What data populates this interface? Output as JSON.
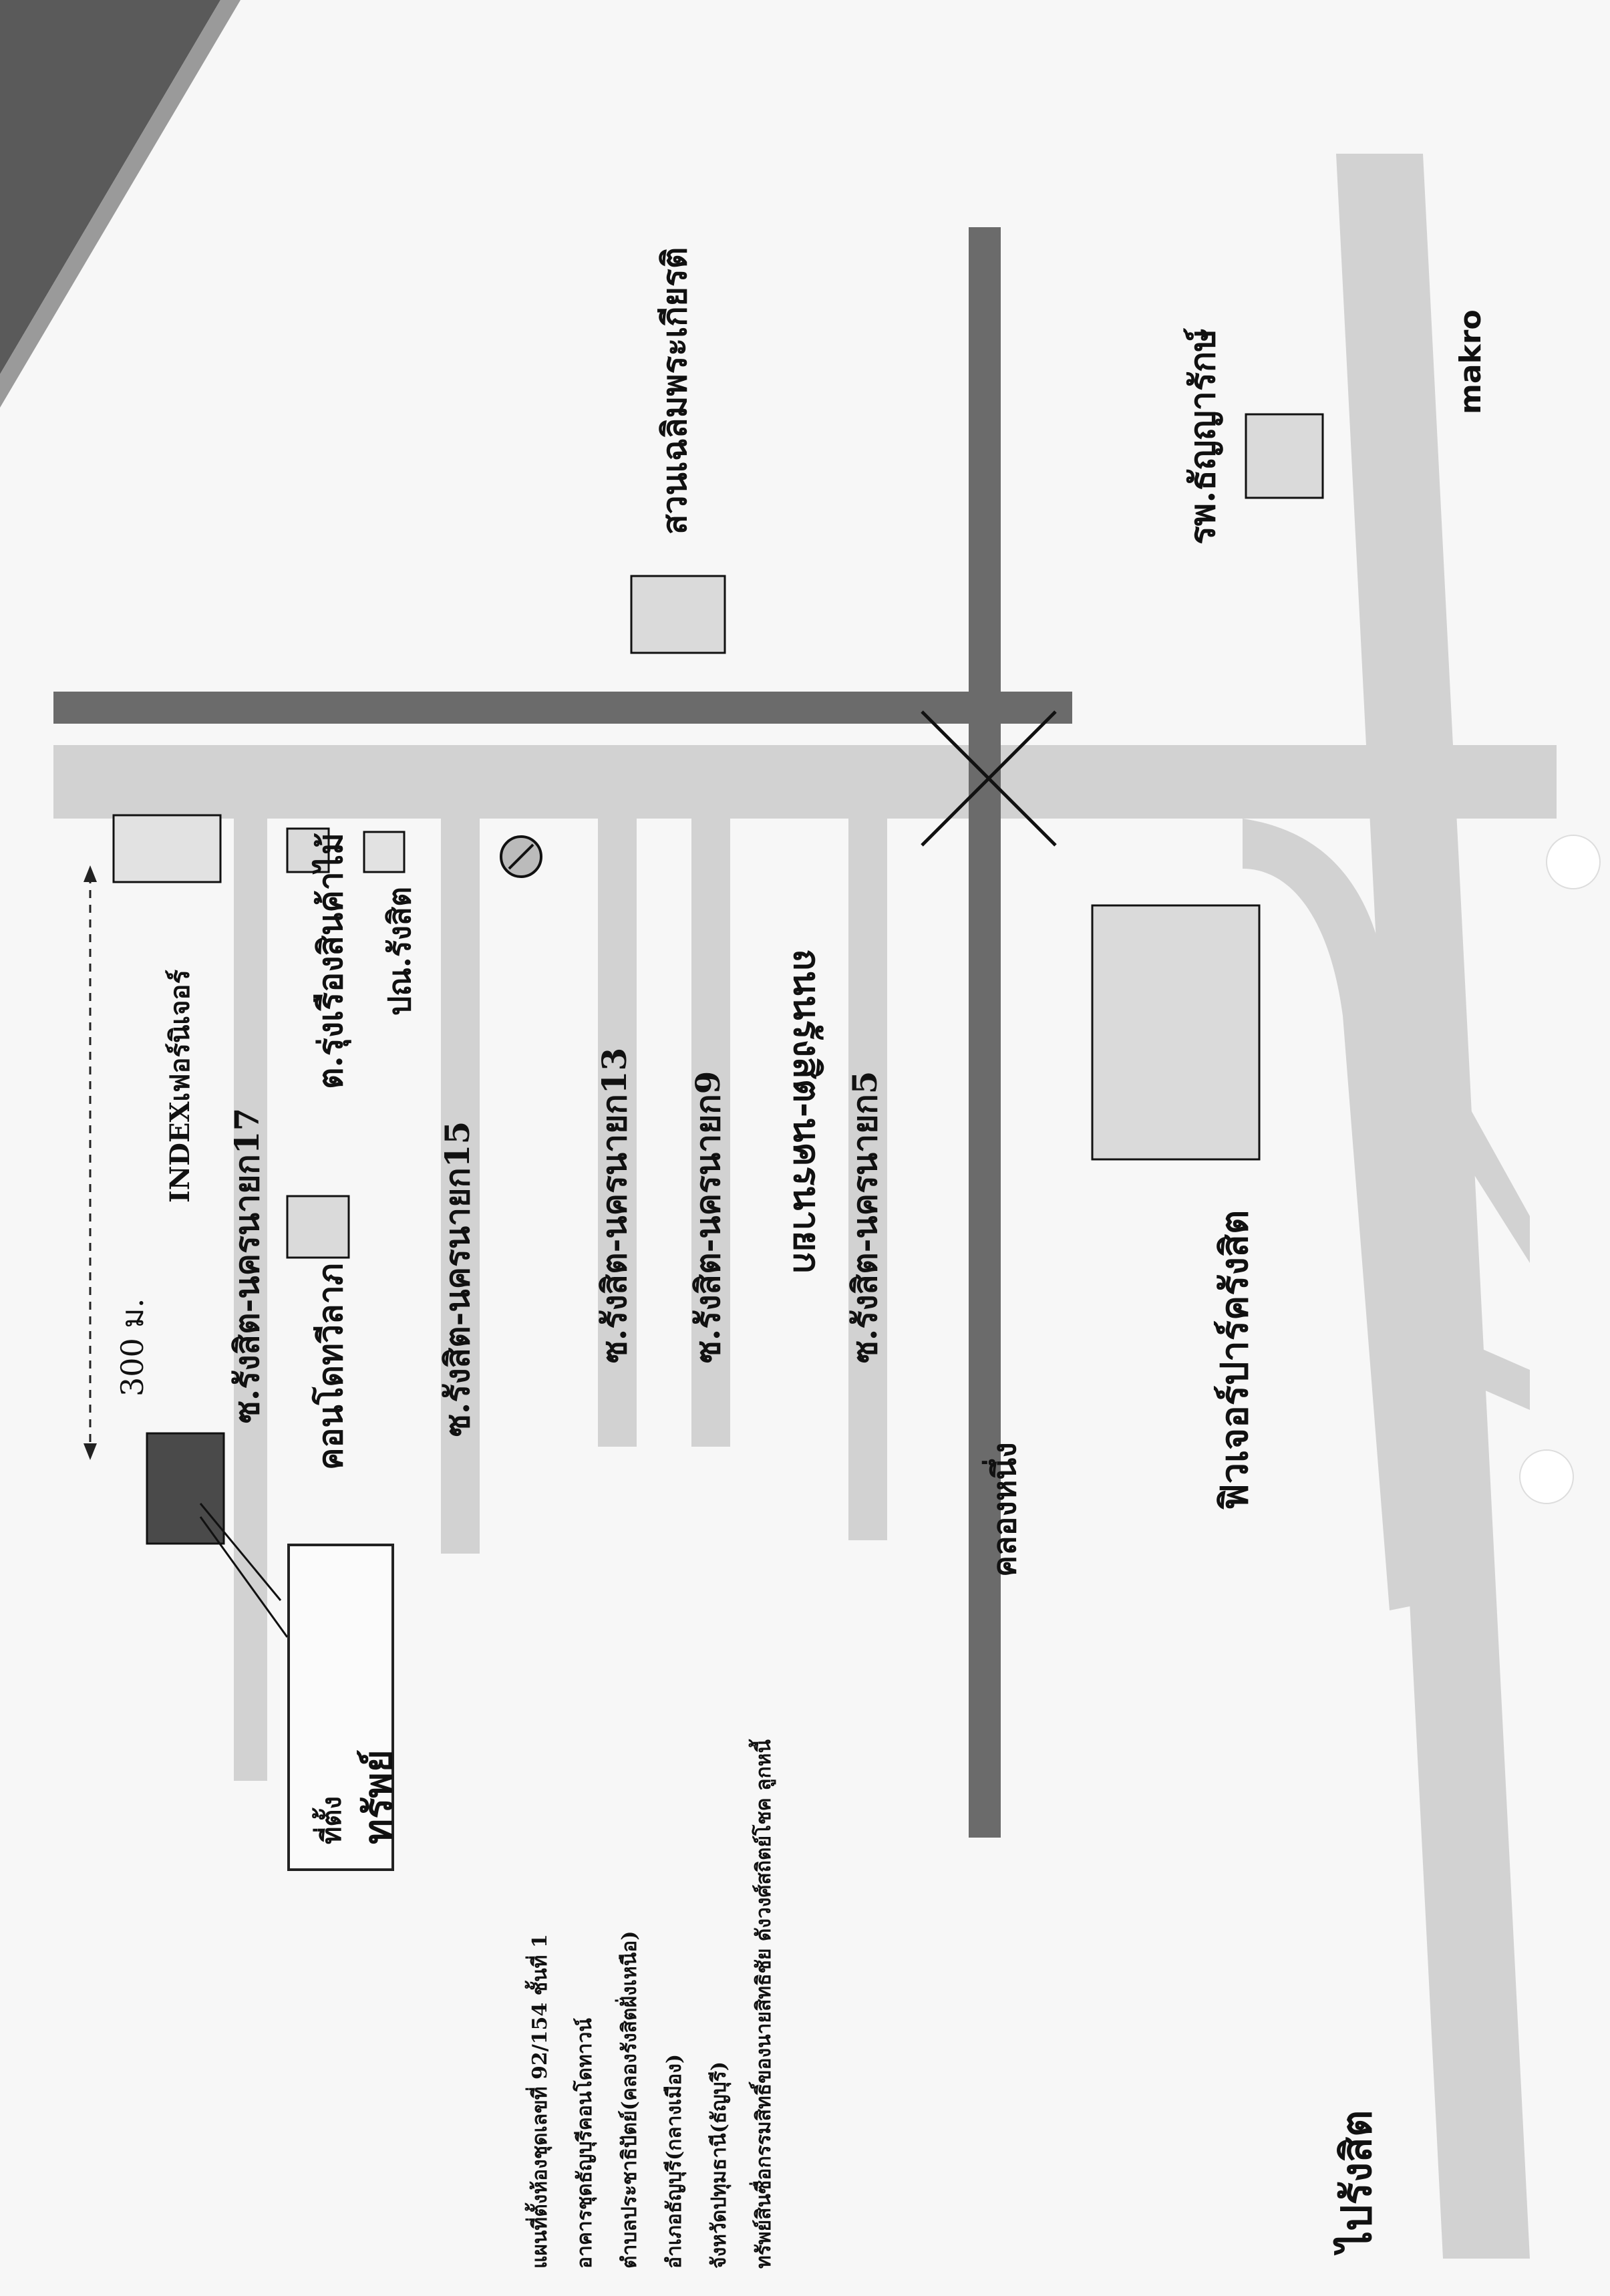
{
  "map": {
    "scale_label": "300 ม.",
    "main_road_label": "ถนนรังสิต-นครนายก",
    "canal_label": "คลองหนึ่ง",
    "to_rangsit_label": "ไปรังสิต",
    "makro_label": "makro",
    "property_label_line1": "ที่ตั้ง",
    "property_label_line2": "ทรัพย์",
    "soi_labels": {
      "soi17": "ซ.รังสิต-นครนายก17",
      "soi15": "ซ.รังสิต-นครนายก15",
      "soi13": "ซ.รังสิต-นครนายก13",
      "soi9": "ซ.รังสิต-นครนายก9",
      "soi5": "ซ.รังสิต-นครนายก5"
    },
    "landmarks": {
      "index_furniture": "INDEXเฟอร์นิเจอร์",
      "condo_villa": "คอนโดทวีลาภ",
      "fruit_market": "ต.รุ่งเรืองสินค้าไม้",
      "post_office": "ปณ.รังสิต",
      "future_park": "ฟิวเจอร์ปาร์ครังสิต",
      "hospital": "รพ.ธัญญารักษ์",
      "park": "สวนเฉลิมพระเกียรติ"
    },
    "colors": {
      "road": "#d2d2d2",
      "canal": "#6b6b6b",
      "property_marker": "#4a4a4a",
      "paper": "#f7f7f7"
    }
  },
  "notes": {
    "line1": "แผนที่ตั้งห้องชุดเลขที่ 92/154 ชั้นที่ 1",
    "line2": "อาคารชุดธัญบุรีคอนโดทาวน์",
    "line3": "ตำบลประชาธิปัตย์(คลองรังสิตฝั่งเหนือ)",
    "line4": "อำเภอธัญบุรี(กลางเมือง)",
    "line5": "จังหวัดปทุมธานี(ธัญบุรี)",
    "line6": "ทรัพย์สินซื่อกรรมสิทธิ์ของนายสิทธิชัย  ดังวงศ์สถิตย์โชค  ลูกหนี้"
  }
}
